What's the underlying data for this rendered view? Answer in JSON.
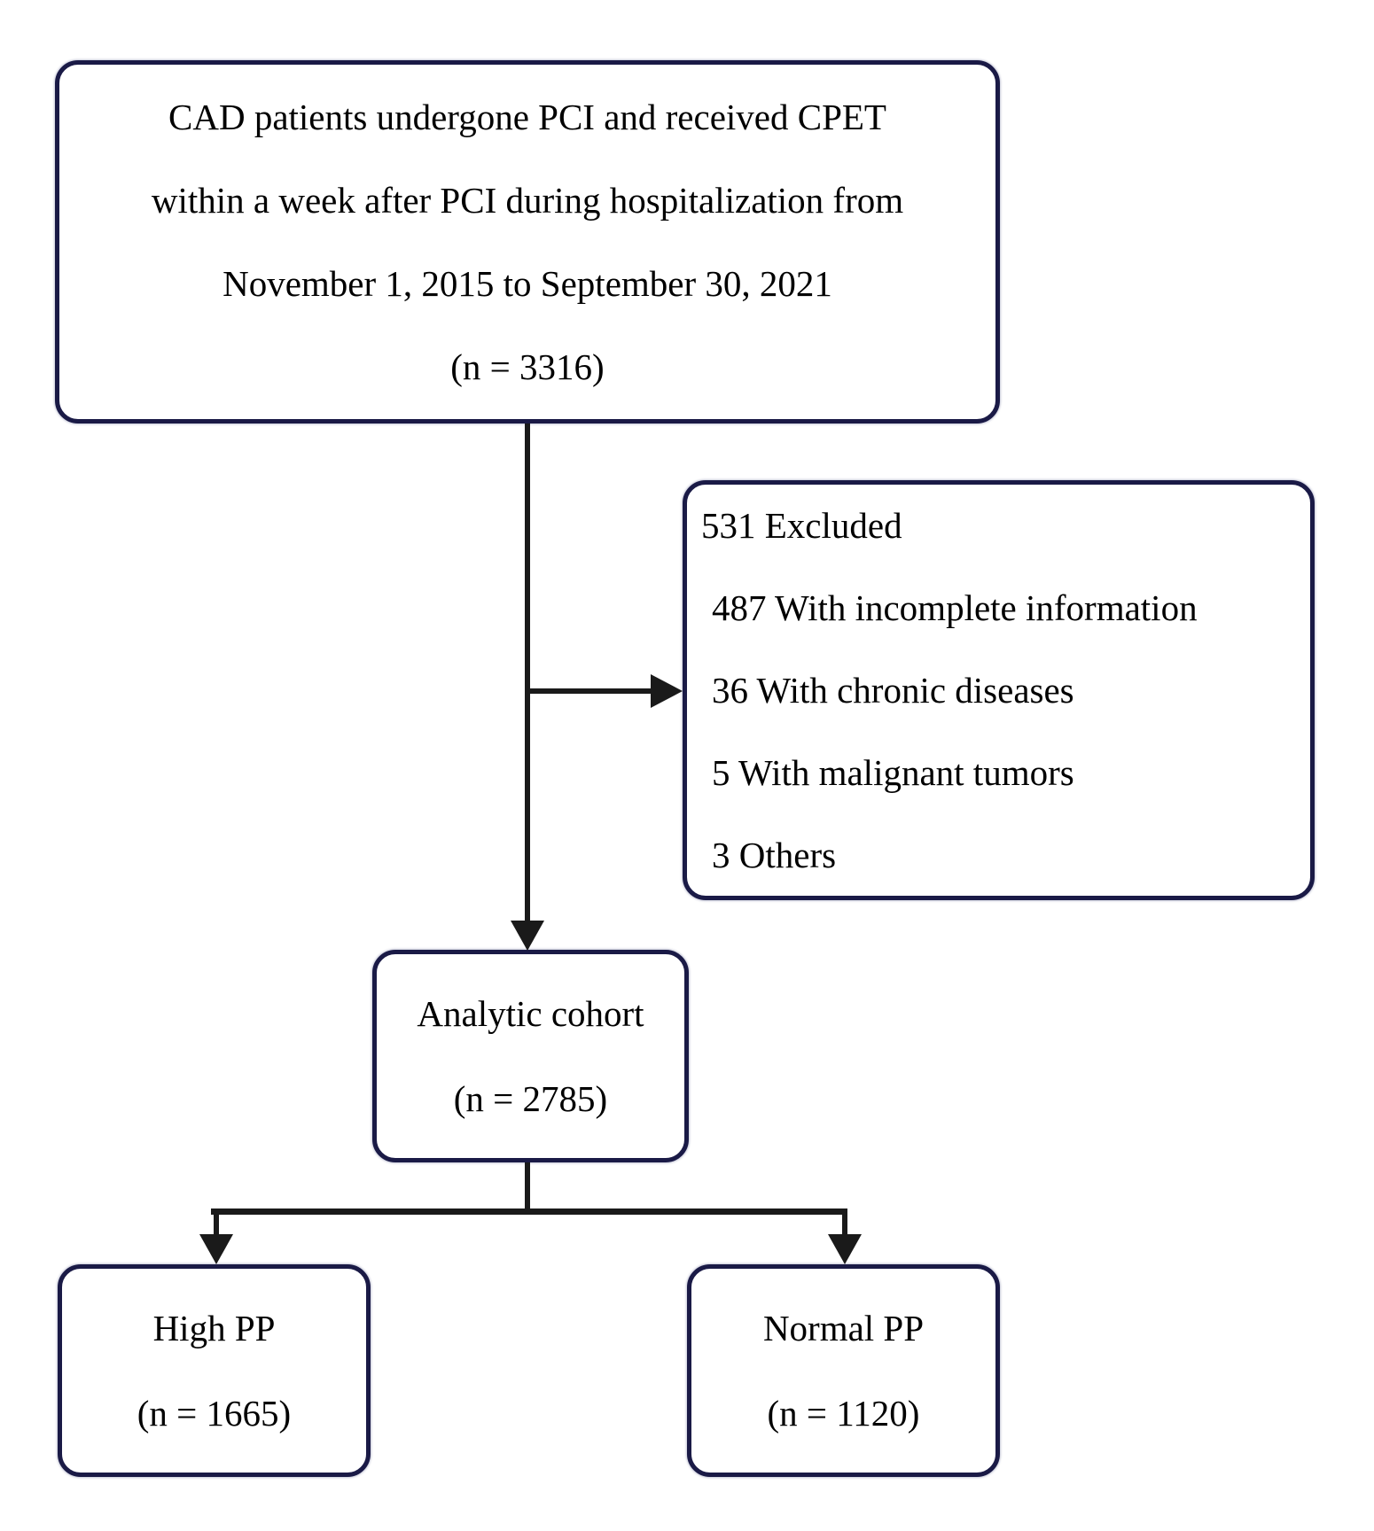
{
  "figure": {
    "type": "patient-flow-diagram",
    "enrollment_box": {
      "lines": [
        "CAD patients undergone PCI and received CPET",
        "within a week after PCI during hospitalization from",
        "November 1, 2015 to September 30, 2021",
        "(n = 3316)"
      ]
    },
    "excluded_box": {
      "title": "531 Excluded",
      "items": [
        "487 With incomplete information",
        "36 With chronic diseases",
        "5 With malignant tumors",
        "3 Others"
      ]
    },
    "analytic_box": {
      "label": "Analytic cohort",
      "count": "(n = 2785)"
    },
    "high_pp_box": {
      "label": "High PP",
      "count": "(n = 1665)"
    },
    "normal_pp_box": {
      "label": "Normal PP",
      "count": "(n = 1120)"
    }
  },
  "colors": {
    "border": "#1a1a46",
    "line": "#1a1a1a",
    "text": "#000000",
    "background": "#ffffff"
  }
}
